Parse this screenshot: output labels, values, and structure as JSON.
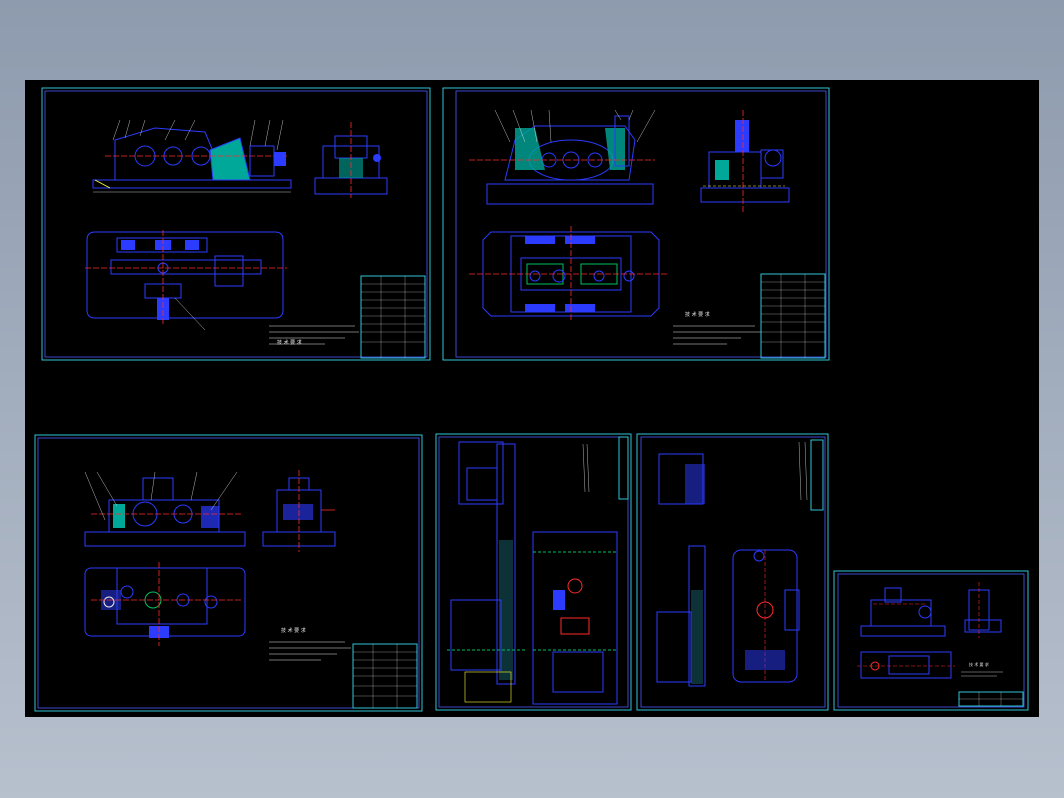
{
  "viewer": {
    "background_color": "#000000",
    "frame_color": "#2ec4d6",
    "inner_frame_color": "#4a5cff",
    "part_color": "#2b3bff",
    "section_fill": "#00a89a",
    "centerline_color": "#ff2a2a",
    "dimension_color": "#e8e8e8",
    "hatch_color": "#2ec4d6",
    "highlight_color": "#ffff33"
  },
  "sheets": [
    {
      "id": "sheet-1",
      "notes_title": "技 术 要 求"
    },
    {
      "id": "sheet-2",
      "notes_title": "技 术 要 求"
    },
    {
      "id": "sheet-3",
      "notes_title": "技 术 要 求"
    },
    {
      "id": "sheet-4",
      "notes_title": ""
    },
    {
      "id": "sheet-5",
      "notes_title": ""
    },
    {
      "id": "sheet-6",
      "notes_title": "技 术 要 求"
    }
  ]
}
